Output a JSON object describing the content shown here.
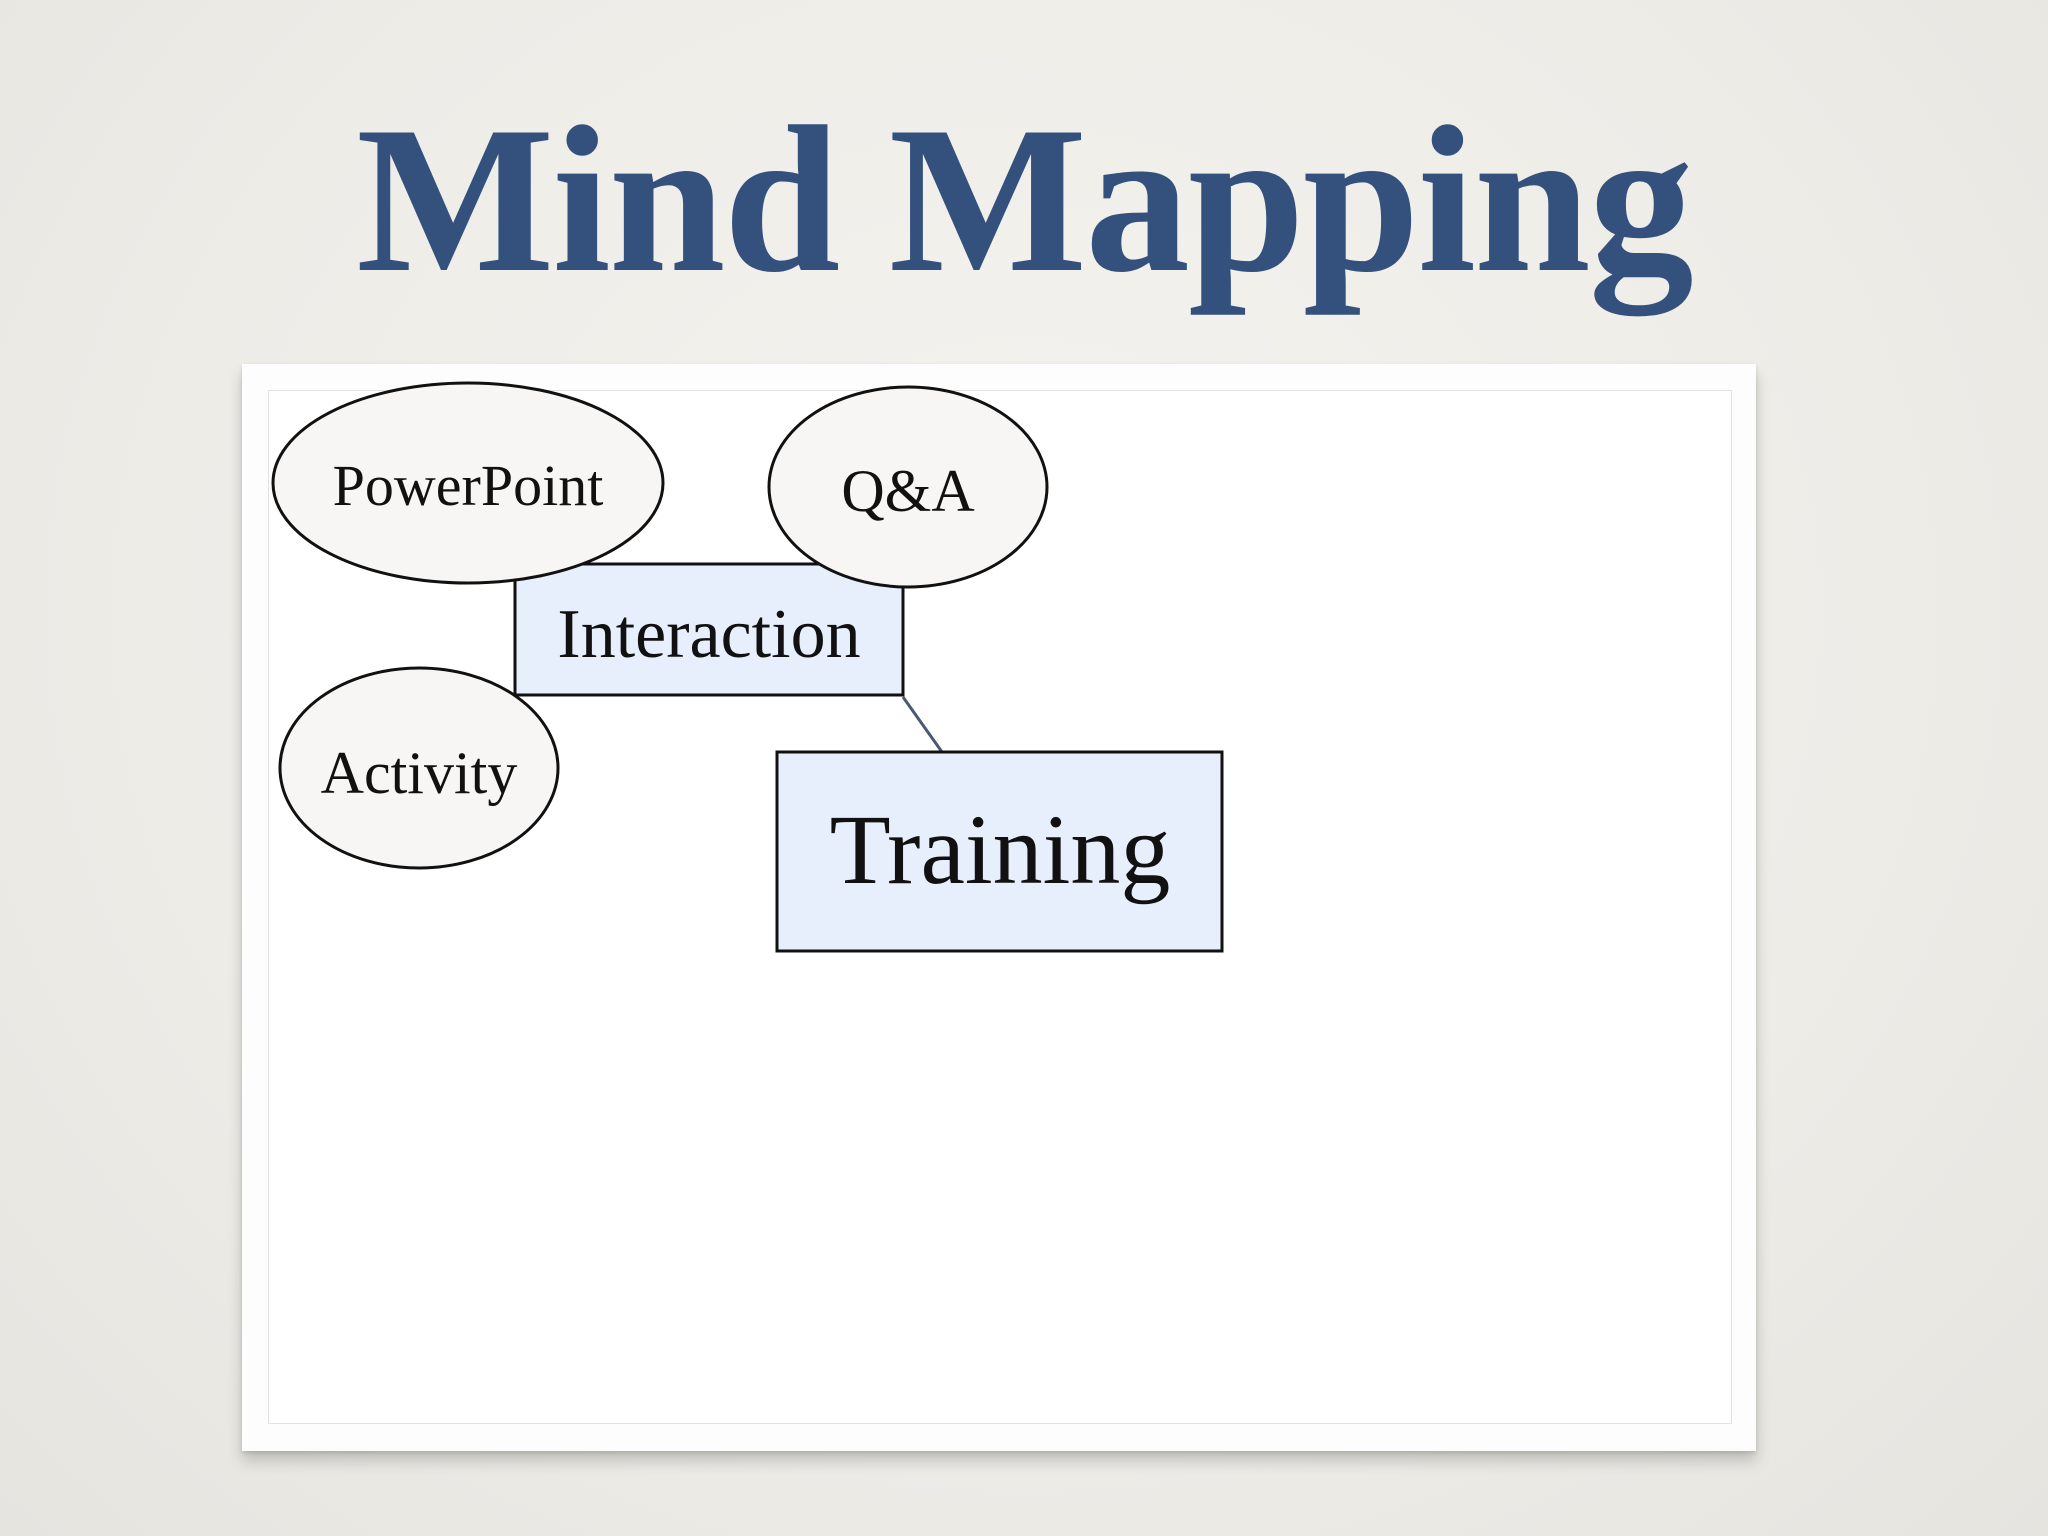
{
  "slide": {
    "title": "Mind Mapping"
  },
  "colors": {
    "title": "#34517e",
    "box_fill": "#e8effc",
    "ellipse_fill": "#f7f6f4",
    "stroke": "#111111",
    "connector": "#4a5a70"
  },
  "diagram": {
    "nodes": {
      "powerpoint": {
        "label": "PowerPoint",
        "shape": "ellipse"
      },
      "qa": {
        "label": "Q&A",
        "shape": "ellipse"
      },
      "interaction": {
        "label": "Interaction",
        "shape": "rectangle"
      },
      "activity": {
        "label": "Activity",
        "shape": "ellipse"
      },
      "training": {
        "label": "Training",
        "shape": "rectangle"
      }
    },
    "edges": [
      {
        "from": "interaction",
        "to": "training"
      }
    ]
  }
}
